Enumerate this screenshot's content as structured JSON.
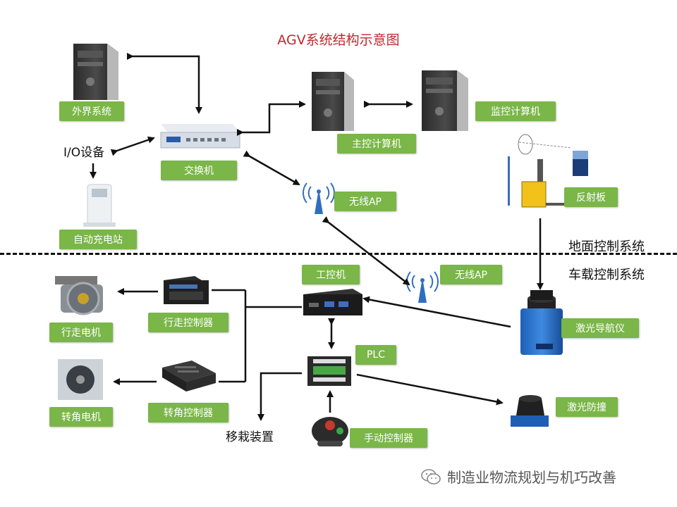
{
  "title": "AGV系统结构示意图",
  "labels": {
    "external_system": "外界系统",
    "switch": "交换机",
    "main_computer": "主控计算机",
    "monitor_computer": "监控计算机",
    "wireless_ap_top": "无线AP",
    "reflector": "反射板",
    "charging_station": "自动充电站",
    "io_device": "I/O设备",
    "industrial_pc": "工控机",
    "wireless_ap_bottom": "无线AP",
    "drive_controller": "行走控制器",
    "drive_motor": "行走电机",
    "laser_navigator": "激光导航仪",
    "plc": "PLC",
    "steering_controller": "转角控制器",
    "steering_motor": "转角电机",
    "laser_anti_collision": "激光防撞",
    "manual_controller": "手动控制器",
    "transfer_device": "移栽装置"
  },
  "zones": {
    "ground": "地面控制系统",
    "vehicle": "车载控制系统"
  },
  "watermark": "制造业物流规划与机巧改善",
  "colors": {
    "label_bg": "#7ab648",
    "title": "#c0272d",
    "line": "#111111"
  }
}
